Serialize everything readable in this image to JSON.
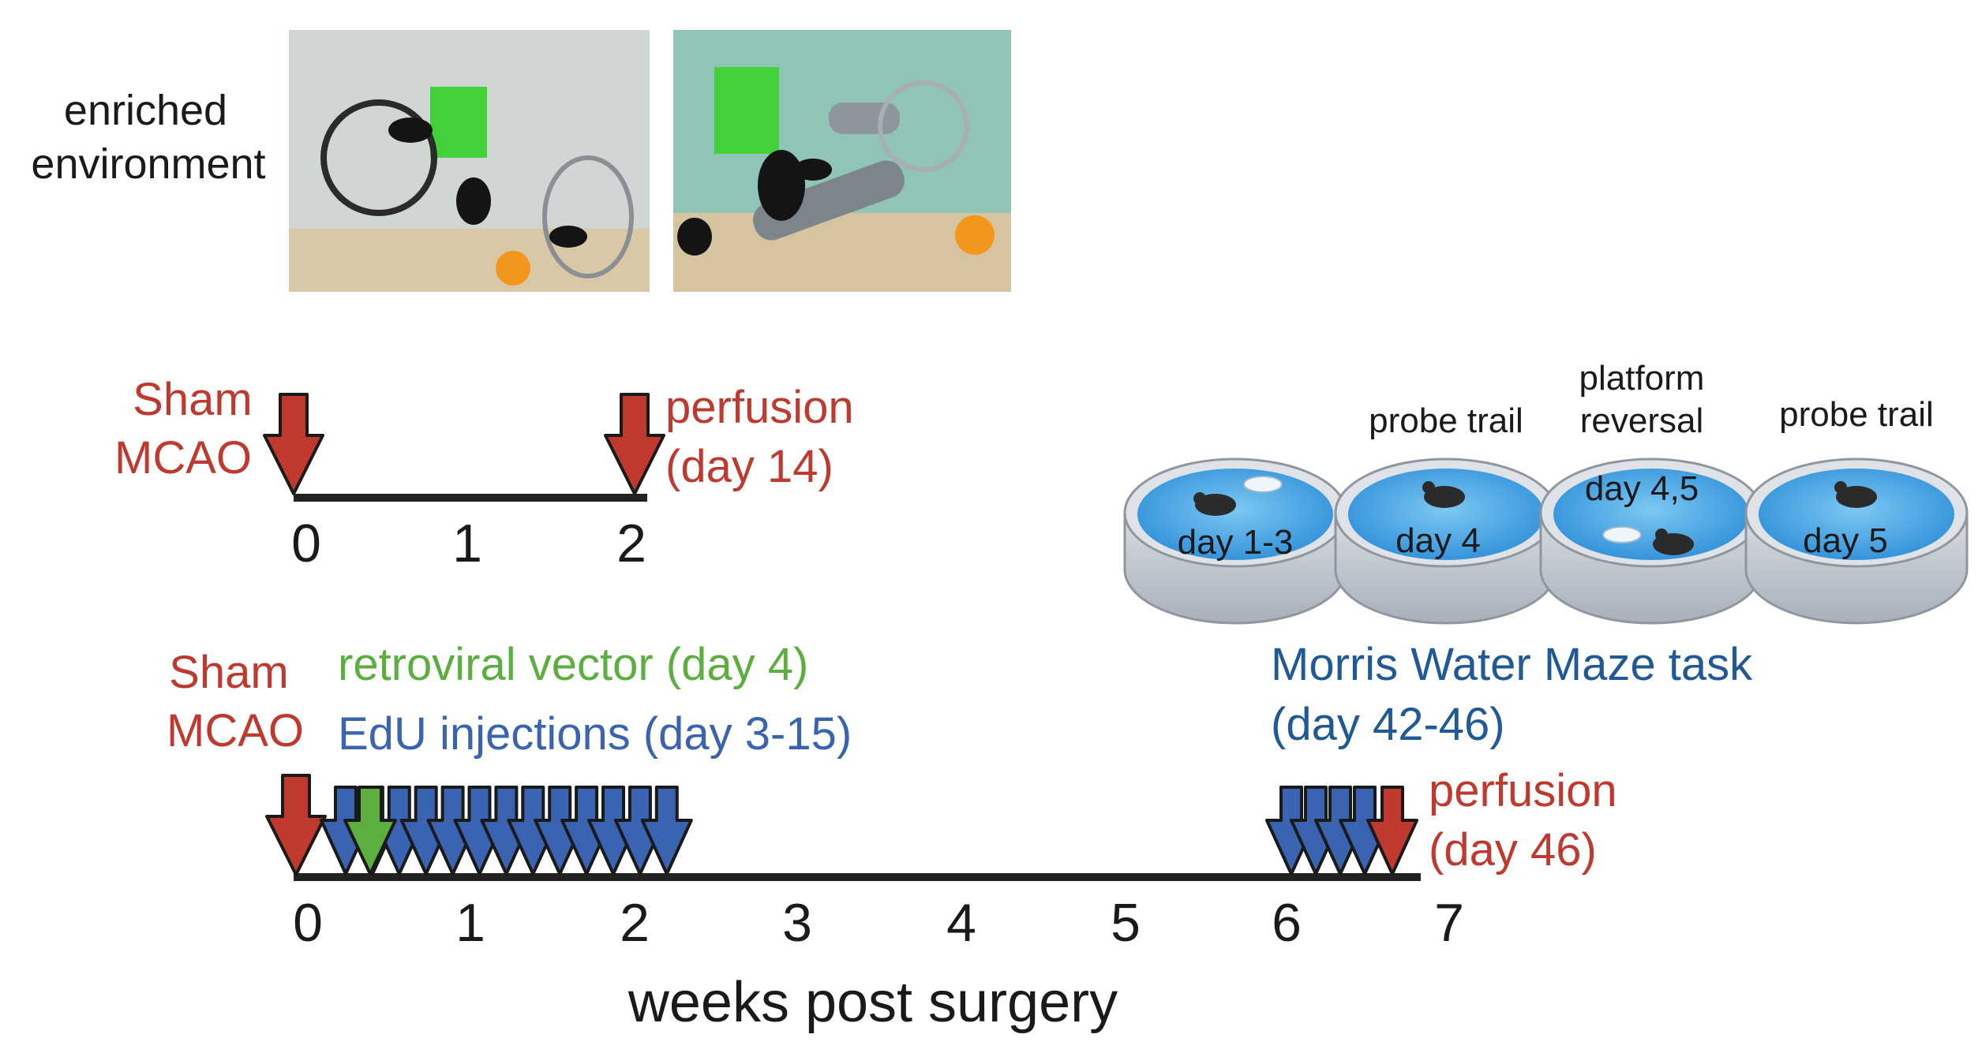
{
  "photo_row_label": [
    "enriched",
    "environment"
  ],
  "photos": [
    {
      "name": "cage-photo-1"
    },
    {
      "name": "cage-photo-2"
    }
  ],
  "timeline_1": {
    "start_label": [
      "Sham",
      "MCAO"
    ],
    "end_label": [
      "perfusion",
      "(day 14)"
    ],
    "ticks": [
      "0",
      "1",
      "2"
    ]
  },
  "timeline_2": {
    "start_label": [
      "Sham",
      "MCAO"
    ],
    "retroviral_label": "retroviral vector (day 4)",
    "edu_label": "EdU injections (day 3-15)",
    "mwm_label": [
      "Morris Water Maze task",
      "(day 42-46)"
    ],
    "end_label": [
      "perfusion",
      "(day 46)"
    ],
    "ticks": [
      "0",
      "1",
      "2",
      "3",
      "4",
      "5",
      "6",
      "7"
    ],
    "axis_label": "weeks post surgery"
  },
  "maze": {
    "top_labels": [
      [],
      [
        "probe trail"
      ],
      [
        "platform",
        "reversal"
      ],
      [
        "probe trail"
      ]
    ],
    "pool_labels": [
      "day 1-3",
      "day 4",
      "day 4,5",
      "day 5"
    ]
  },
  "colors": {
    "red": "#c0392f",
    "green": "#5cae3e",
    "blue": "#3a64b2",
    "dark_blue": "#1f5a96",
    "black": "#1a1a1a",
    "water": "#4aa8e6",
    "pool_wall": "#c9ced6"
  }
}
